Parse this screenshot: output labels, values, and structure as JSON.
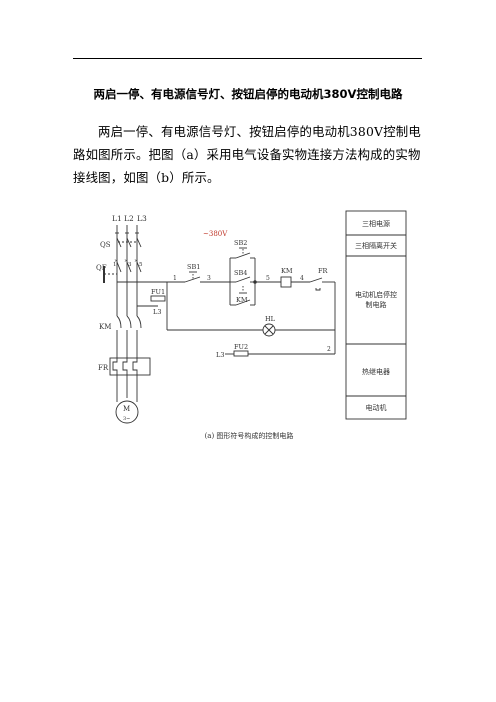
{
  "document": {
    "title": "两启一停、有电源信号灯、按钮启停的电动机380V控制电路",
    "paragraph": "两启一停、有电源信号灯、按钮启停的电动机380V控制电路如图所示。把图（a）采用电气设备实物连接方法构成的实物接线图，如图（b）所示。"
  },
  "figure": {
    "caption": "(a) 图形符号构成的控制电路",
    "phase_labels": [
      "L1",
      "L2",
      "L3"
    ],
    "voltage": "~380V",
    "components": {
      "qs": "QS",
      "qf": "QF",
      "km_main": "KM",
      "fr_main": "FR",
      "motor_m": "M",
      "motor_phase": "3~",
      "sb1": "SB1",
      "sb2": "SB2",
      "sb4": "SB4",
      "km_aux": "KM",
      "km_coil": "KM",
      "fr_contact": "FR",
      "fu1": "FU1",
      "fu2": "FU2",
      "hl": "HL",
      "l3_upper": "L3",
      "l3_lower": "L3"
    },
    "node_numbers": {
      "n1": "1",
      "n3": "3",
      "n5": "5",
      "n4": "4",
      "n2": "2",
      "pole1": "1",
      "pole3": "3",
      "pole5": "5"
    },
    "legend": [
      "三相电源",
      "三相隔离开关",
      "电动机启停控制电路",
      "热继电器",
      "电动机"
    ]
  }
}
